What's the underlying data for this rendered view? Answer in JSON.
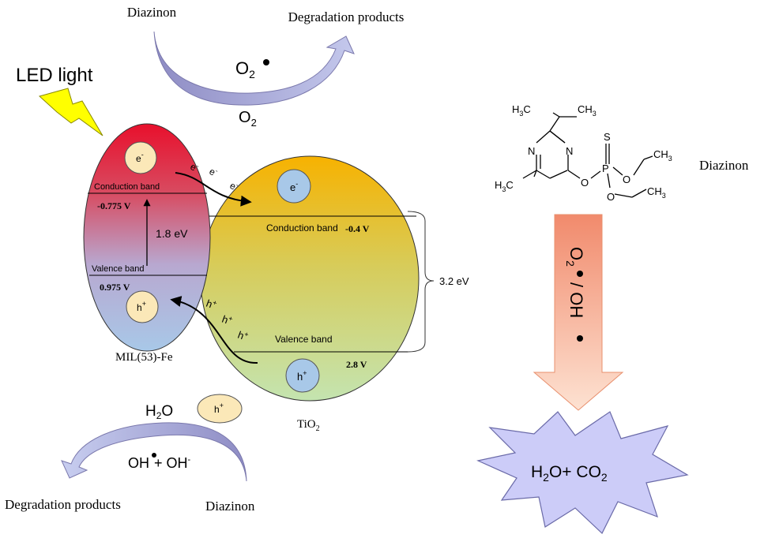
{
  "top_cycle": {
    "reactant": "Diazinon",
    "product": "Degradation  products",
    "radical": "O",
    "radical_sub": "2",
    "oxygen": "O",
    "oxygen_sub": "2"
  },
  "light": {
    "label": "LED light"
  },
  "mil": {
    "name": "MIL(53)-Fe",
    "electron": "e",
    "electron_sup": "-",
    "conduction_label": "Conduction  band",
    "cb_potential": "-0.775 V",
    "gap": "1.8 eV",
    "valence_label": "Valence band",
    "vb_potential": "0.975 V",
    "hole": "h",
    "hole_sup": "+"
  },
  "tio2": {
    "name": "TiO",
    "name_sub": "2",
    "electron": "e",
    "electron_sup": "-",
    "conduction_label": "Conduction  band",
    "cb_potential": "-0.4 V",
    "valence_label": "Valence band",
    "vb_potential": "2.8 V",
    "hole": "h",
    "hole_sup": "+",
    "gap": "3.2 eV"
  },
  "transfer": {
    "electron": "e",
    "electron_sup": "-",
    "hole": "h",
    "hole_sup": "+"
  },
  "bottom_cycle": {
    "water": "H",
    "water_sub": "2",
    "water_end": "O",
    "hole": "h",
    "hole_sup": "+",
    "radicals_a": "OH",
    "radicals_b": "+ OH",
    "radicals_sup": "-",
    "product": "Degradation  products",
    "reactant": "Diazinon"
  },
  "molecule": {
    "name": "Diazinon",
    "atoms": {
      "h3c": "H",
      "three": "3",
      "c": "C",
      "ch": "CH",
      "n": "N",
      "s": "S",
      "p": "P",
      "o": "O"
    }
  },
  "pathway": {
    "arrow_o": "O",
    "arrow_o_sub": "2",
    "arrow_slash": " / OH",
    "product_a": "H",
    "product_a_sub": "2",
    "product_b": "O+ CO",
    "product_b_sub": "2"
  },
  "colors": {
    "mil_top": "#e8102c",
    "mil_mid": "#c8a0b8",
    "mil_bottom": "#a8c4e4",
    "tio2_top": "#f6b300",
    "tio2_bottom": "#c9e4a8",
    "carrier_fill": "#fbe8b8",
    "tio2_carrier_fill": "#a8c8e8",
    "cycle_arrow": "#a7a5d2",
    "down_arrow_top": "#f08c6e",
    "down_arrow_bottom": "#fde0d0",
    "star_fill": "#ccccf8",
    "lightning": "#ffff00"
  }
}
